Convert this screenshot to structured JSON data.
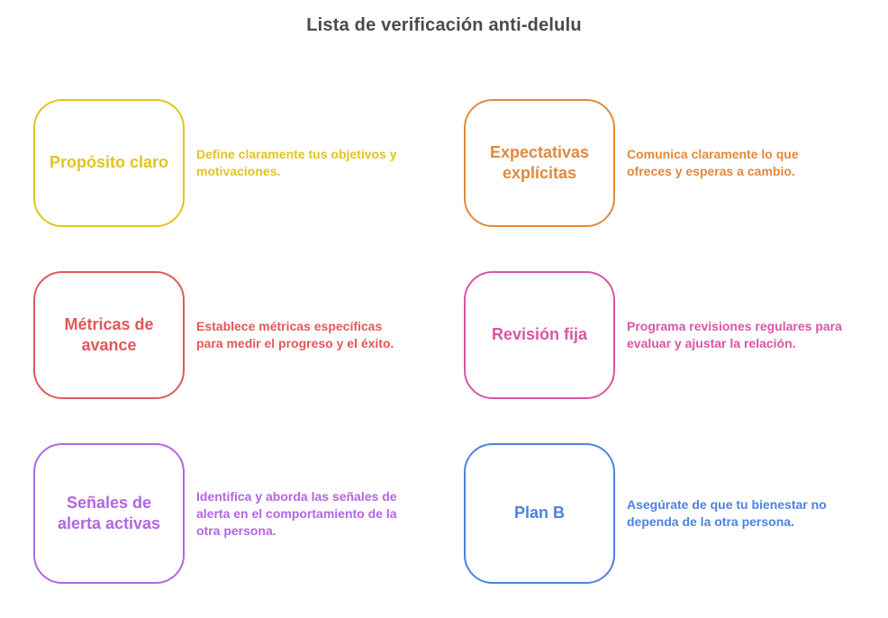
{
  "page": {
    "title": "Lista de verificación anti-delulu",
    "title_color": "#4A4A4A",
    "background_color": "#FFFFFF"
  },
  "checklist": {
    "items": [
      {
        "title": "Propósito claro",
        "description": "Define claramente tus objetivos y\nmotivaciones.",
        "color": "#E2C41C"
      },
      {
        "title": "Expectativas\nexplícitas",
        "description": "Comunica claramente lo que\nofreces y esperas a cambio.",
        "color": "#E08A3C"
      },
      {
        "title": "Métricas de\navance",
        "description": "Establece métricas específicas\npara medir el progreso y el éxito.",
        "color": "#E25858"
      },
      {
        "title": "Revisión fija",
        "description": "Programa revisiones regulares para\nevaluar y ajustar la relación.",
        "color": "#D956A4"
      },
      {
        "title": "Señales de\nalerta activas",
        "description": "Identifica y aborda las señales de\nalerta en el comportamiento de la\notra persona.",
        "color": "#B266E2"
      },
      {
        "title": "Plan B",
        "description": "Asegúrate de que tu bienestar no\ndependa de la otra persona.",
        "color": "#4E82DE"
      }
    ]
  }
}
